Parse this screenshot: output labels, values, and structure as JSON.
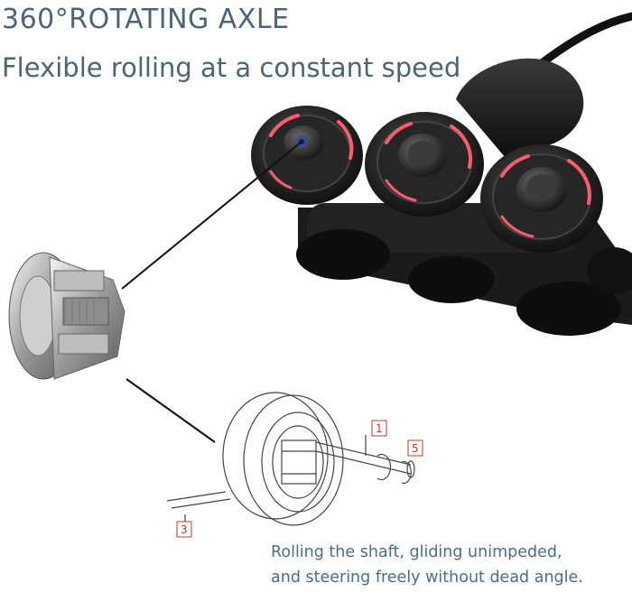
{
  "header": {
    "title": "360°ROTATING AXLE",
    "subtitle": "Flexible rolling at a constant speed"
  },
  "diagram": {
    "label_1": "1",
    "label_3": "3",
    "label_5": "5"
  },
  "caption": {
    "line1": "Rolling the shaft, gliding unimpeded,",
    "line2": "and steering freely without dead angle."
  },
  "colors": {
    "heading": "#4d6378",
    "caption": "#4d6c8a",
    "accent_glow": "#ff5b6e",
    "label_red": "#c0392b"
  }
}
